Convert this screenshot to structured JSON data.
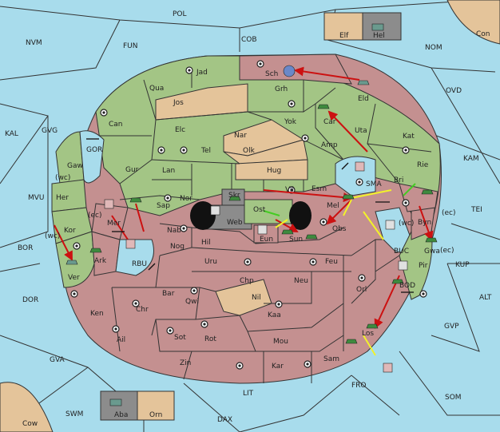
{
  "colors": {
    "sea": "#a8dcec",
    "green_power": "#a3c585",
    "red_power": "#c49090",
    "neutral": "#e4c49a",
    "impassable": "#8c8c8c",
    "move_order": "#cc1111",
    "support_order": "#f2f22a",
    "convoy_order": "#44cc22"
  },
  "labels": [
    {
      "id": "POL",
      "text": "POL"
    },
    {
      "id": "NVM",
      "text": "NVM"
    },
    {
      "id": "FUN",
      "text": "FUN"
    },
    {
      "id": "COB",
      "text": "COB"
    },
    {
      "id": "NOM",
      "text": "NOM"
    },
    {
      "id": "Con",
      "text": "Con"
    },
    {
      "id": "Elf",
      "text": "Elf"
    },
    {
      "id": "Hel",
      "text": "Hel"
    },
    {
      "id": "OVD",
      "text": "OVD"
    },
    {
      "id": "KAL",
      "text": "KAL"
    },
    {
      "id": "GVG",
      "text": "GVG"
    },
    {
      "id": "KAM",
      "text": "KAM"
    },
    {
      "id": "GOR",
      "text": "GOR"
    },
    {
      "id": "Gaw",
      "text": "Gaw"
    },
    {
      "id": "Her",
      "text": "Her"
    },
    {
      "id": "wc1",
      "text": "(wc)"
    },
    {
      "id": "MVU",
      "text": "MVU"
    },
    {
      "id": "Kor",
      "text": "Kor"
    },
    {
      "id": "ec1",
      "text": "(ec)"
    },
    {
      "id": "wc2",
      "text": "(wc)"
    },
    {
      "id": "BOR",
      "text": "BOR"
    },
    {
      "id": "Ver",
      "text": "Ver"
    },
    {
      "id": "Ark",
      "text": "Ark"
    },
    {
      "id": "Mer",
      "text": "Mer"
    },
    {
      "id": "RBU",
      "text": "RBU"
    },
    {
      "id": "DOR",
      "text": "DOR"
    },
    {
      "id": "Ken",
      "text": "Ken"
    },
    {
      "id": "Chr",
      "text": "Chr"
    },
    {
      "id": "Ail",
      "text": "Ail"
    },
    {
      "id": "GVA",
      "text": "GVA"
    },
    {
      "id": "Zin",
      "text": "Zin"
    },
    {
      "id": "Kar",
      "text": "Kar"
    },
    {
      "id": "Sam",
      "text": "Sam"
    },
    {
      "id": "Jad",
      "text": "Jad"
    },
    {
      "id": "Sch",
      "text": "Sch"
    },
    {
      "id": "Qua",
      "text": "Qua"
    },
    {
      "id": "Grh",
      "text": "Grh"
    },
    {
      "id": "Eld",
      "text": "Eld"
    },
    {
      "id": "Jos",
      "text": "Jos"
    },
    {
      "id": "Can",
      "text": "Can"
    },
    {
      "id": "Car",
      "text": "Car"
    },
    {
      "id": "Yok",
      "text": "Yok"
    },
    {
      "id": "Elc",
      "text": "Elc"
    },
    {
      "id": "Nar",
      "text": "Nar"
    },
    {
      "id": "Uta",
      "text": "Uta"
    },
    {
      "id": "Kat",
      "text": "Kat"
    },
    {
      "id": "Amp",
      "text": "Amp"
    },
    {
      "id": "Olk",
      "text": "Olk"
    },
    {
      "id": "Tel",
      "text": "Tel"
    },
    {
      "id": "Gur",
      "text": "Gur"
    },
    {
      "id": "Lan",
      "text": "Lan"
    },
    {
      "id": "Hug",
      "text": "Hug"
    },
    {
      "id": "Rie",
      "text": "Rie"
    },
    {
      "id": "Bri",
      "text": "Bri"
    },
    {
      "id": "SMA",
      "text": "SMA"
    },
    {
      "id": "Esm",
      "text": "Esm"
    },
    {
      "id": "Vil",
      "text": "Vil"
    },
    {
      "id": "Nor",
      "text": "Nor"
    },
    {
      "id": "Skr",
      "text": "Skr"
    },
    {
      "id": "Sap",
      "text": "Sap"
    },
    {
      "id": "Ost",
      "text": "Ost"
    },
    {
      "id": "Mel",
      "text": "Mel"
    },
    {
      "id": "Web",
      "text": "Web"
    },
    {
      "id": "TEI",
      "text": "TEI"
    },
    {
      "id": "ec2",
      "text": "(ec)"
    },
    {
      "id": "Byn",
      "text": "Byn"
    },
    {
      "id": "wc3",
      "text": "(wc)"
    },
    {
      "id": "Gwa",
      "text": "Gwa"
    },
    {
      "id": "ec3",
      "text": "(ec)"
    },
    {
      "id": "Nab",
      "text": "Nab"
    },
    {
      "id": "Eun",
      "text": "Eun"
    },
    {
      "id": "Sun",
      "text": "Sun"
    },
    {
      "id": "Obs",
      "text": "Obs"
    },
    {
      "id": "Hil",
      "text": "Hil"
    },
    {
      "id": "Nog",
      "text": "Nog"
    },
    {
      "id": "BUC",
      "text": "BUC"
    },
    {
      "id": "Pir",
      "text": "Pir"
    },
    {
      "id": "KUP",
      "text": "KUP"
    },
    {
      "id": "Uru",
      "text": "Uru"
    },
    {
      "id": "Feu",
      "text": "Feu"
    },
    {
      "id": "BOD",
      "text": "BOD"
    },
    {
      "id": "Chp",
      "text": "Chp"
    },
    {
      "id": "Neu",
      "text": "Neu"
    },
    {
      "id": "Orl",
      "text": "Orl"
    },
    {
      "id": "ALT",
      "text": "ALT"
    },
    {
      "id": "Bar",
      "text": "Bar"
    },
    {
      "id": "Qwi",
      "text": "Qwi"
    },
    {
      "id": "Nil",
      "text": "Nil"
    },
    {
      "id": "Kaa",
      "text": "Kaa"
    },
    {
      "id": "GVP",
      "text": "GVP"
    },
    {
      "id": "Sot",
      "text": "Sot"
    },
    {
      "id": "Rot",
      "text": "Rot"
    },
    {
      "id": "Mou",
      "text": "Mou"
    },
    {
      "id": "Los",
      "text": "Los"
    },
    {
      "id": "FRO",
      "text": "FRO"
    },
    {
      "id": "LIT",
      "text": "LIT"
    },
    {
      "id": "SOM",
      "text": "SOM"
    },
    {
      "id": "Aba",
      "text": "Aba"
    },
    {
      "id": "Orn",
      "text": "Orn"
    },
    {
      "id": "SWM",
      "text": "SWM"
    },
    {
      "id": "Cow",
      "text": "Cow"
    },
    {
      "id": "DAX",
      "text": "DAX"
    }
  ]
}
